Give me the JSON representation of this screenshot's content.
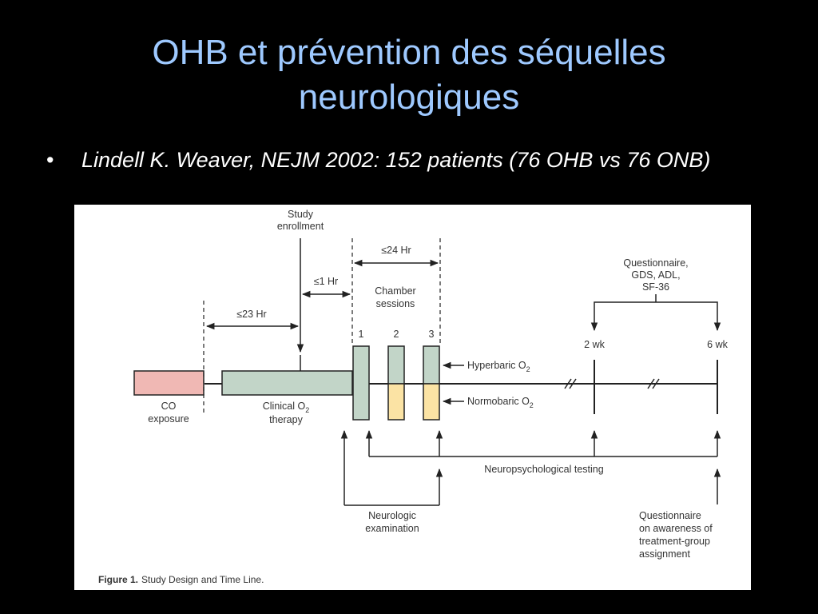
{
  "slide": {
    "title_line1": "OHB et prévention des séquelles",
    "title_line2": "neurologiques",
    "bullet": "•",
    "bullet_text": "Lindell K. Weaver, NEJM 2002: 152 patients (76 OHB vs 76 ONB)"
  },
  "figure": {
    "enrollment_line1": "Study",
    "enrollment_line2": "enrollment",
    "interval_23hr": "≤23 Hr",
    "interval_1hr": "≤1 Hr",
    "interval_24hr": "≤24 Hr",
    "chamber_line1": "Chamber",
    "chamber_line2": "sessions",
    "session_1": "1",
    "session_2": "2",
    "session_3": "3",
    "hyperbaric_label": "Hyperbaric O",
    "normobaric_label": "Normobaric O",
    "subscript_2": "2",
    "questionnaire_line1": "Questionnaire,",
    "questionnaire_line2": "GDS, ADL,",
    "questionnaire_line3": "SF-36",
    "week_2": "2 wk",
    "week_6": "6 wk",
    "co_line1": "CO",
    "co_line2": "exposure",
    "clinical_line1": "Clinical O",
    "clinical_line2": "therapy",
    "neuropsych_label": "Neuropsychological testing",
    "neuro_exam_line1": "Neurologic",
    "neuro_exam_line2": "examination",
    "awareness_line1": "Questionnaire",
    "awareness_line2": "on awareness of",
    "awareness_line3": "treatment-group",
    "awareness_line4": "assignment",
    "caption_bold": "Figure 1.",
    "caption_text": "Study Design and Time Line."
  },
  "colors": {
    "title": "#9ec9ff",
    "co_bar": "#f0b8b4",
    "clinical_bar": "#c2d5c8",
    "hyperbaric": "#c2d5c8",
    "normobaric": "#fbe3a4",
    "ink": "#222222"
  }
}
